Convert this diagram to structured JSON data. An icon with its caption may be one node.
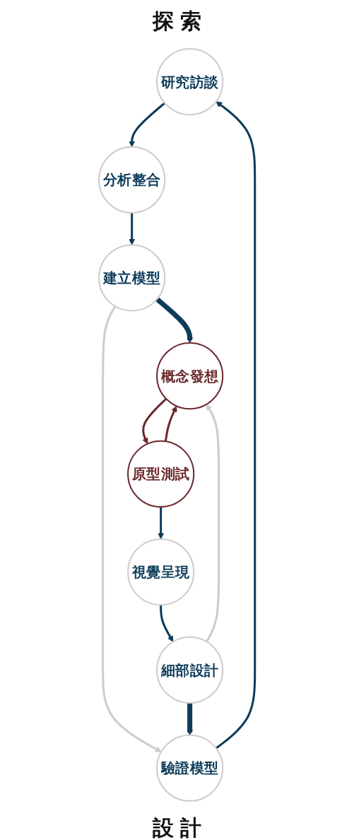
{
  "diagram": {
    "nodes": [
      {
        "text": [
          "研究訪談"
        ]
      },
      {
        "text": [
          "分析整合"
        ]
      },
      {
        "text": [
          "驗證模型"
        ]
      },
      {
        "text": [
          "建立模型"
        ]
      },
      {
        "text": [
          "概念發想"
        ]
      },
      {
        "text": [
          "細部設計"
        ]
      },
      {
        "text": [
          "原型測試"
        ]
      },
      {
        "text": [
          "視覺呈現"
        ]
      }
    ],
    "edges": [
      {
        "from": 0,
        "to": 1,
        "arrow": "to"
      },
      {
        "from": 1,
        "to": 3,
        "arrow": "to"
      },
      {
        "from": 3,
        "to": 2,
        "arrow": "to",
        "color": "#cccccc"
      },
      {
        "from": 2,
        "to": 0,
        "arrow": "to"
      },
      {
        "from": 5,
        "to": 2,
        "arrow": "to",
        "style": "thick"
      },
      {
        "from": 3,
        "to": 4,
        "arrow": "to",
        "style": "thick"
      },
      {
        "from": 5,
        "to": 4,
        "arrow": "to",
        "color": "#cccccc"
      },
      {
        "from": 4,
        "to": 6,
        "arrow": "to",
        "color": "#6b2a2e"
      },
      {
        "from": 6,
        "to": 4,
        "arrow": "to",
        "color": "#6b2a2e"
      },
      {
        "from": 6,
        "to": 7,
        "arrow": "to"
      },
      {
        "from": 7,
        "to": 5,
        "arrow": "to"
      }
    ],
    "labels": [
      "探 索",
      "設 計"
    ]
  }
}
